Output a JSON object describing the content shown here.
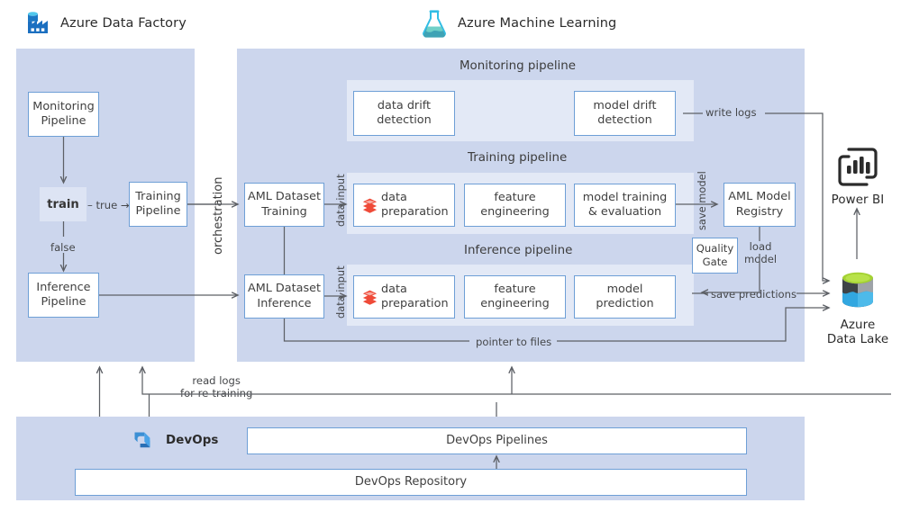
{
  "headers": {
    "adf": {
      "label": "Azure Data Factory",
      "icon": "azure-data-factory-icon"
    },
    "aml": {
      "label": "Azure Machine Learning",
      "icon": "azure-machine-learning-icon"
    }
  },
  "adf_panel": {
    "orchestration_label": "orchestration",
    "boxes": {
      "monitoring_pipeline": "Monitoring\nPipeline",
      "monitoring_pipeline_l1": "Monitoring",
      "monitoring_pipeline_l2": "Pipeline",
      "training_pipeline_l1": "Training",
      "training_pipeline_l2": "Pipeline",
      "inference_pipeline_l1": "Inference",
      "inference_pipeline_l2": "Pipeline"
    },
    "decision": {
      "label": "train",
      "true_label": "– true →",
      "false_label": "false"
    }
  },
  "aml_panel": {
    "sections": {
      "monitoring": "Monitoring pipeline",
      "training": "Training pipeline",
      "inference": "Inference pipeline"
    },
    "monitoring_boxes": [
      {
        "l1": "data drift",
        "l2": "detection"
      },
      {
        "l1": "model drift",
        "l2": "detection"
      }
    ],
    "training_dataset": {
      "l1": "AML Dataset",
      "l2": "Training"
    },
    "inference_dataset": {
      "l1": "AML Dataset",
      "l2": "Inference"
    },
    "training_steps": [
      {
        "l1": "data",
        "l2": "preparation",
        "icon": "data-stack-icon"
      },
      {
        "l1": "feature",
        "l2": "engineering",
        "icon": ""
      },
      {
        "l1": "model training",
        "l2": "& evaluation",
        "icon": ""
      }
    ],
    "inference_steps": [
      {
        "l1": "data",
        "l2": "preparation",
        "icon": "data-stack-icon"
      },
      {
        "l1": "feature",
        "l2": "engineering",
        "icon": ""
      },
      {
        "l1": "model",
        "l2": "prediction",
        "icon": ""
      }
    ],
    "model_registry": {
      "l1": "AML Model",
      "l2": "Registry"
    },
    "quality_gate": {
      "l1": "Quality",
      "l2": "Gate"
    },
    "edge_labels": {
      "data_input_training": "data input",
      "data_input_inference": "data input",
      "save_model": "save model",
      "write_logs": "write logs",
      "load_model_l1": "load",
      "load_model_l2": "model",
      "save_predictions": "save predictions",
      "pointer_to_files": "pointer to files",
      "read_logs_l1": "read logs",
      "read_logs_l2": "for re-training"
    }
  },
  "services": {
    "power_bi": {
      "label": "Power BI",
      "icon": "power-bi-icon"
    },
    "data_lake": {
      "l1": "Azure",
      "l2": "Data Lake",
      "icon": "azure-data-lake-icon"
    }
  },
  "devops_panel": {
    "label": "DevOps",
    "icon": "azure-devops-icon",
    "pipelines_box": "DevOps Pipelines",
    "repository_box": "DevOps Repository"
  },
  "colors": {
    "panel_bg": "#ccd6ed",
    "inner_panel_bg": "#e3e9f6",
    "box_border": "#6e9fd6",
    "connector": "#5d6066",
    "accent_red": "#ef4a38",
    "powerbi_dark": "#2b2b2b",
    "datalake_green": "#a4d233",
    "datalake_blue": "#32a7e0"
  }
}
